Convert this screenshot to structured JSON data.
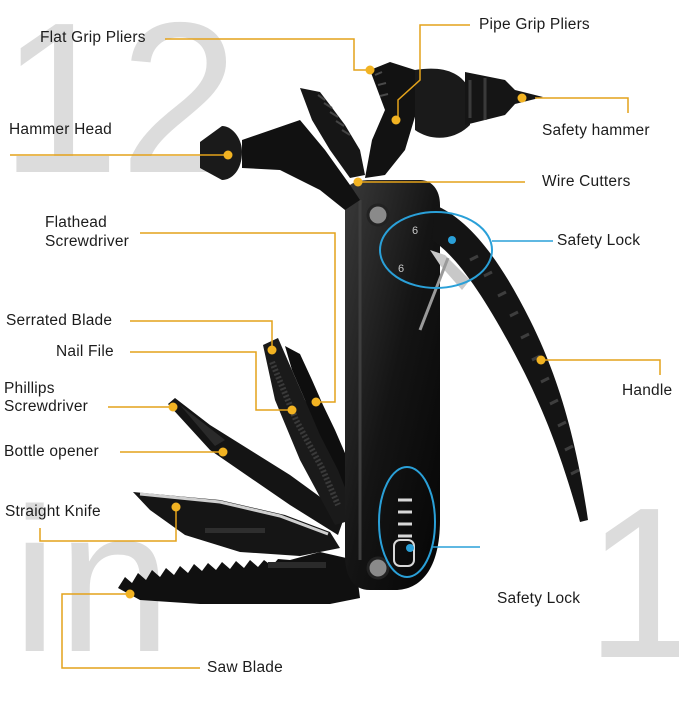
{
  "background_text": {
    "top": "12",
    "bottom_left": "in",
    "bottom_right": "1"
  },
  "labels": {
    "flat_grip_pliers": "Flat Grip Pliers",
    "pipe_grip_pliers": "Pipe Grip Pliers",
    "hammer_head": "Hammer Head",
    "safety_hammer": "Safety hammer",
    "wire_cutters": "Wire Cutters",
    "flathead_1": "Flathead",
    "flathead_2": "Screwdriver",
    "safety_lock_top": "Safety Lock",
    "serrated_blade": "Serrated Blade",
    "nail_file": "Nail File",
    "handle": "Handle",
    "phillips_1": "Phillips",
    "phillips_2": "Screwdriver",
    "bottle_opener": "Bottle opener",
    "straight_knife": "Straight Knife",
    "safety_lock_bottom": "Safety Lock",
    "saw_blade": "Saw Blade"
  },
  "colors": {
    "leader": "#e3a21a",
    "dot": "#f2b322",
    "tool": "#111111",
    "highlight": "#2aa0d8"
  }
}
